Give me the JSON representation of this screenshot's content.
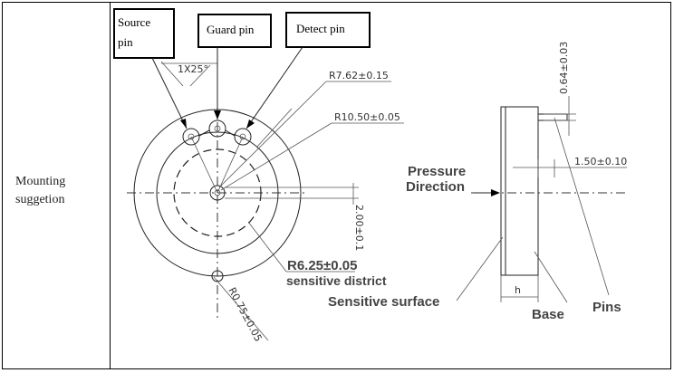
{
  "table": {
    "row_label": "Mounting suggetion"
  },
  "callouts": {
    "source": "Source pin",
    "guard": "Guard pin",
    "detect": "Detect pin"
  },
  "dims": {
    "chamfer": "1X25°",
    "r762": "R7.62±0.15",
    "r1050": "R10.50±0.05",
    "d200": "2.00±0.1",
    "r625": "R6.25±0.05",
    "r075": "R0.75±0.05",
    "t064": "0.64±0.03",
    "w150": "1.50±0.10",
    "h": "h"
  },
  "labels": {
    "sensitive_district": "sensitive district",
    "pressure": "Pressure",
    "direction": "Direction",
    "sensitive_surface": "Sensitive surface",
    "base": "Base",
    "pins": "Pins"
  }
}
